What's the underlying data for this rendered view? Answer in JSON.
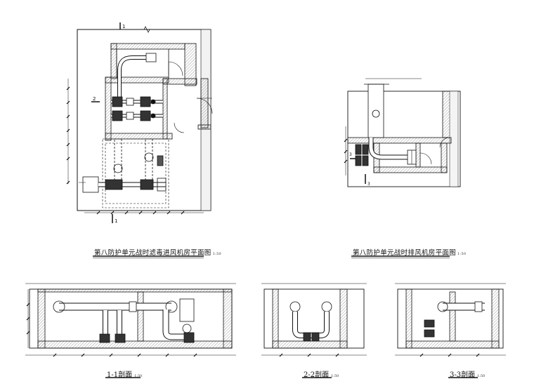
{
  "drawings": {
    "plan_intake": {
      "title": "第八防护单元战时滤毒进风机房平面图",
      "scale": "1:50",
      "section_marks": [
        "1",
        "2",
        "1"
      ]
    },
    "plan_exhaust": {
      "title": "第八防护单元战时排风机房平面图",
      "scale": "1:50",
      "section_marks": [
        "3",
        "3"
      ]
    },
    "section_1": {
      "title": "1-1剖面",
      "scale": "1:50"
    },
    "section_2": {
      "title": "2-2剖面",
      "scale": "1:50"
    },
    "section_3": {
      "title": "3-3剖面",
      "scale": "1:50"
    }
  },
  "colors": {
    "ink": "#111111",
    "hatch": "#777777",
    "dim": "#222222"
  }
}
